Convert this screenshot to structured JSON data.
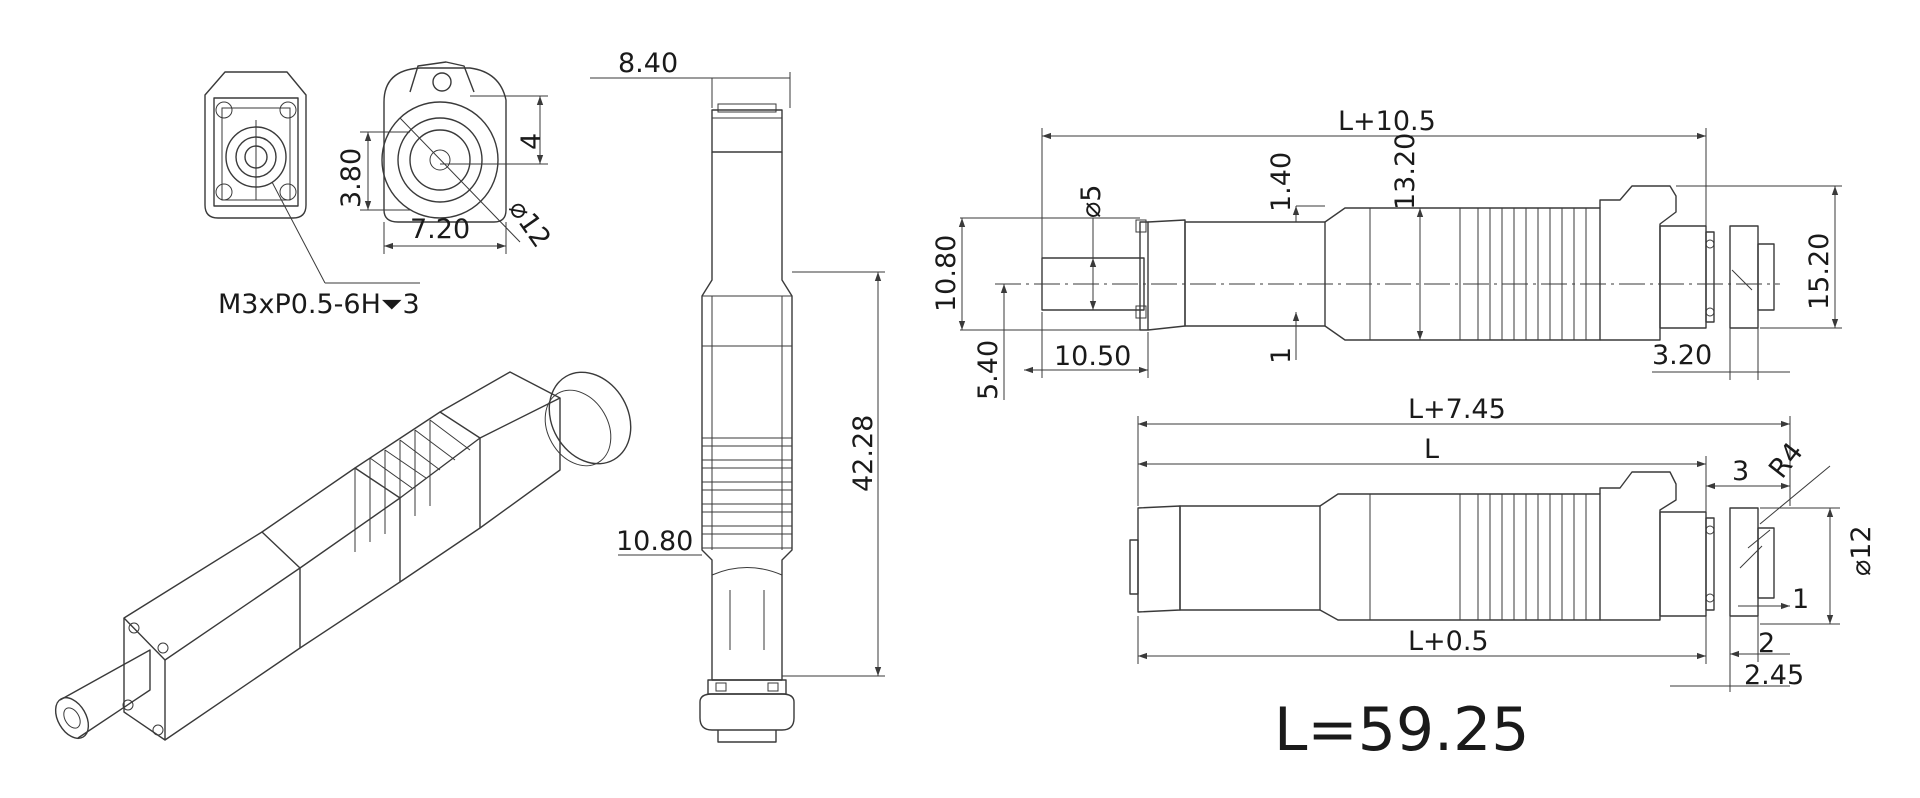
{
  "figure": {
    "total_length_formula": "L=59.25"
  },
  "dimensions": {
    "front_a": "3.80",
    "front_b": "4",
    "front_c": "7.20",
    "front_dia": "⌀12",
    "thread_callout": "M3xP0.5-6H⏷3",
    "top_width": "8.40",
    "top_height": "42.28",
    "top_groove": "10.80",
    "side_total": "L+10.5",
    "side_h1": "13.20",
    "side_h2": "1.40",
    "side_shaft_dia": "⌀5",
    "side_height_left": "10.80",
    "side_bottom_off": "5.40",
    "side_shaft_len": "10.50",
    "side_small": "1",
    "side_right_h": "15.20",
    "side_right_w": "3.20",
    "low_total": "L+7.45",
    "low_L": "L",
    "low_Lp": "L+0.5",
    "low_3": "3",
    "low_R": "R4",
    "low_dia": "⌀12",
    "low_1": "1",
    "low_2": "2",
    "low_245": "2.45"
  },
  "colors": {
    "line": "#3a3a3a",
    "text": "#1a1a1a",
    "background": "#ffffff"
  }
}
